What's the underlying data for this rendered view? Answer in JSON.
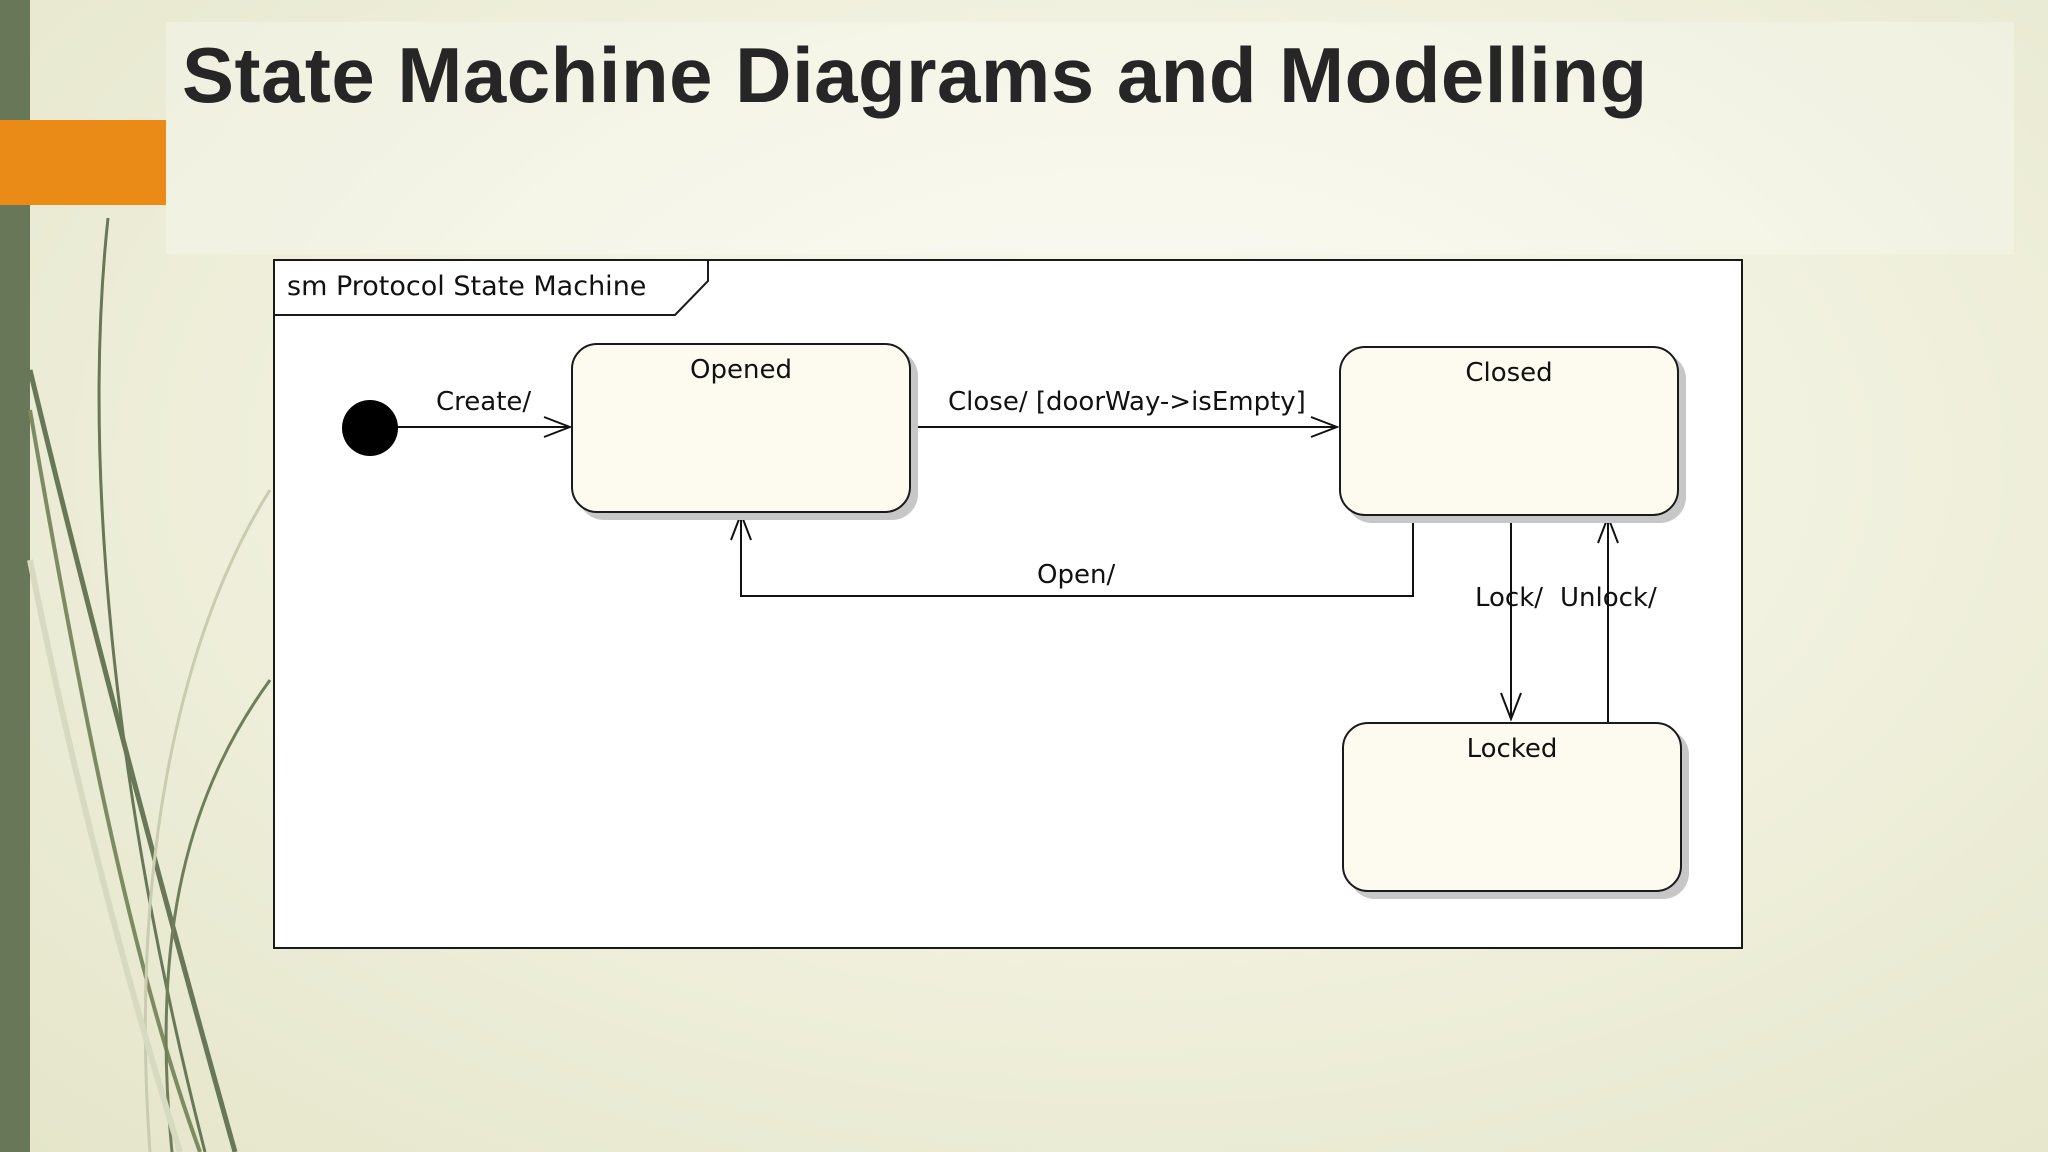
{
  "slide": {
    "title": "State Machine Diagrams and Modelling"
  },
  "diagram": {
    "frame_label": "sm Protocol State Machine",
    "states": {
      "opened": "Opened",
      "closed": "Closed",
      "locked": "Locked"
    },
    "transitions": {
      "create": "Create/",
      "close": "Close/ [doorWay->isEmpty]",
      "open": "Open/",
      "lock": "Lock/",
      "unlock": "Unlock/"
    }
  },
  "colors": {
    "left_bar": "#677757",
    "accent": "#e98b16",
    "title_text": "#262626",
    "state_fill": "#fdfbf0"
  }
}
